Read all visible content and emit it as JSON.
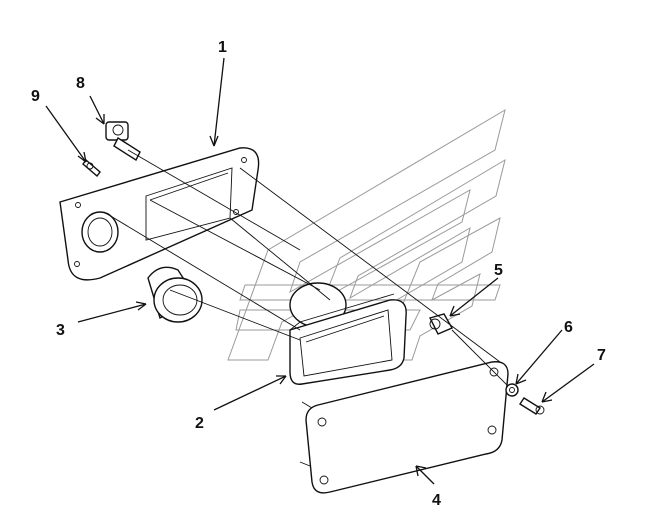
{
  "diagram": {
    "callouts": [
      {
        "id": "1",
        "label": "1"
      },
      {
        "id": "2",
        "label": "2"
      },
      {
        "id": "3",
        "label": "3"
      },
      {
        "id": "4",
        "label": "4"
      },
      {
        "id": "5",
        "label": "5"
      },
      {
        "id": "6",
        "label": "6"
      },
      {
        "id": "7",
        "label": "7"
      },
      {
        "id": "8",
        "label": "8"
      },
      {
        "id": "9",
        "label": "9"
      }
    ]
  },
  "colors": {
    "line": "#111111",
    "watermark": "#9a9a9a",
    "background": "#ffffff"
  }
}
